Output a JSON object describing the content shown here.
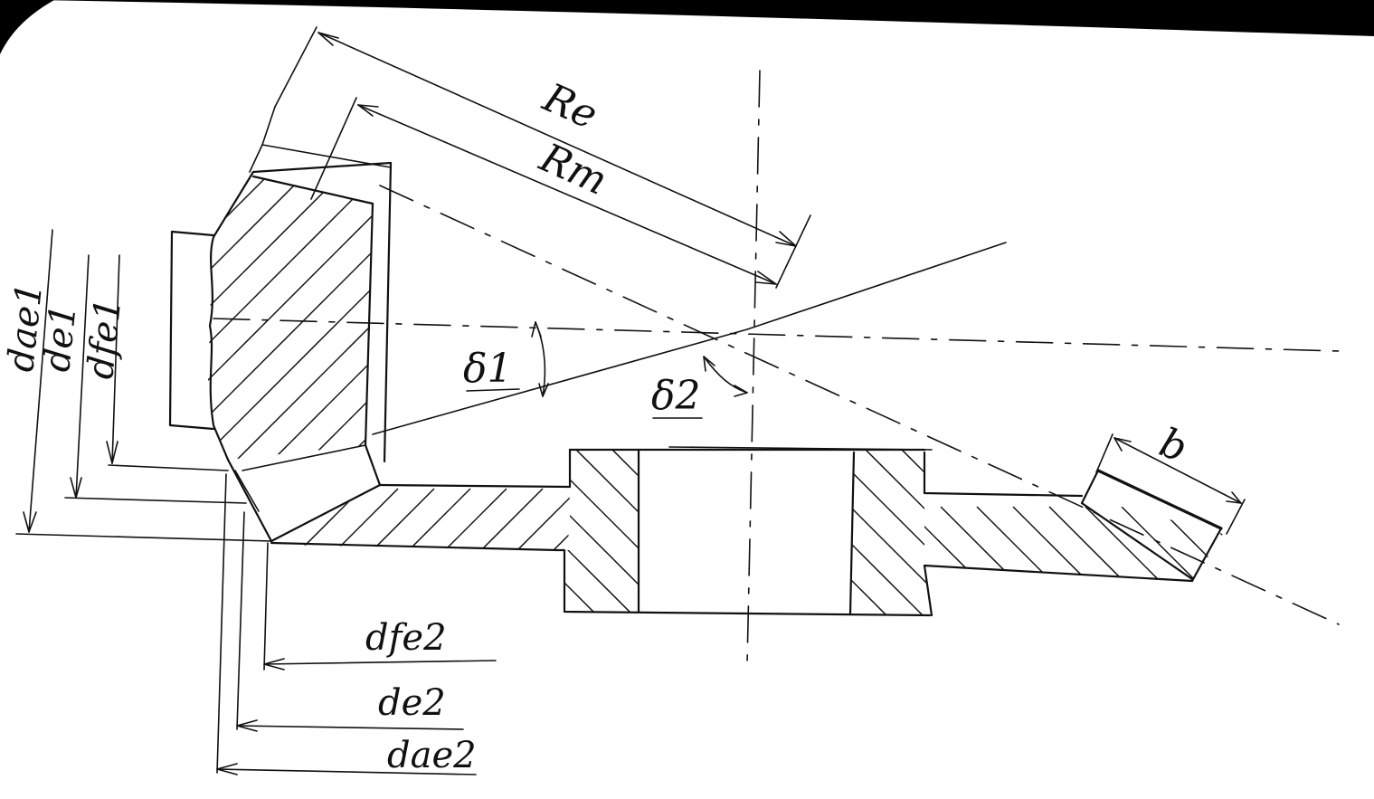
{
  "drawing": {
    "labels": {
      "Re": "Re",
      "Rm": "Rm",
      "delta1": "δ1",
      "delta2": "δ2",
      "b": "b",
      "dae1": "dae1",
      "de1": "de1",
      "dfe1": "dfe1",
      "dfe2": "dfe2",
      "de2": "de2",
      "dae2": "dae2"
    },
    "colors": {
      "ink": "#111111",
      "paper": "#ffffff",
      "scan_border": "#000000"
    }
  }
}
